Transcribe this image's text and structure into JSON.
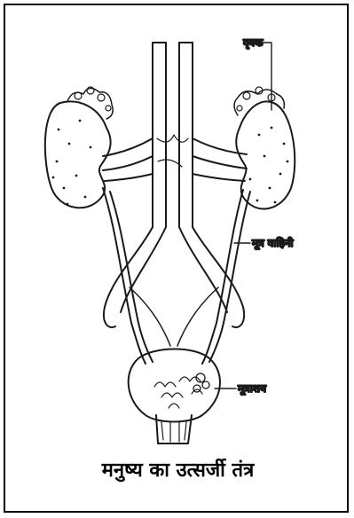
{
  "labels": {
    "kidney": "वृक्क",
    "ureter": "मूत्र वाहिनी",
    "bladder": "मूत्राशय"
  },
  "caption": "मनुष्य का उत्सर्जी तंत्र",
  "colors": {
    "ink": "#1a1a1a",
    "border": "#000000",
    "background": "#ffffff"
  }
}
